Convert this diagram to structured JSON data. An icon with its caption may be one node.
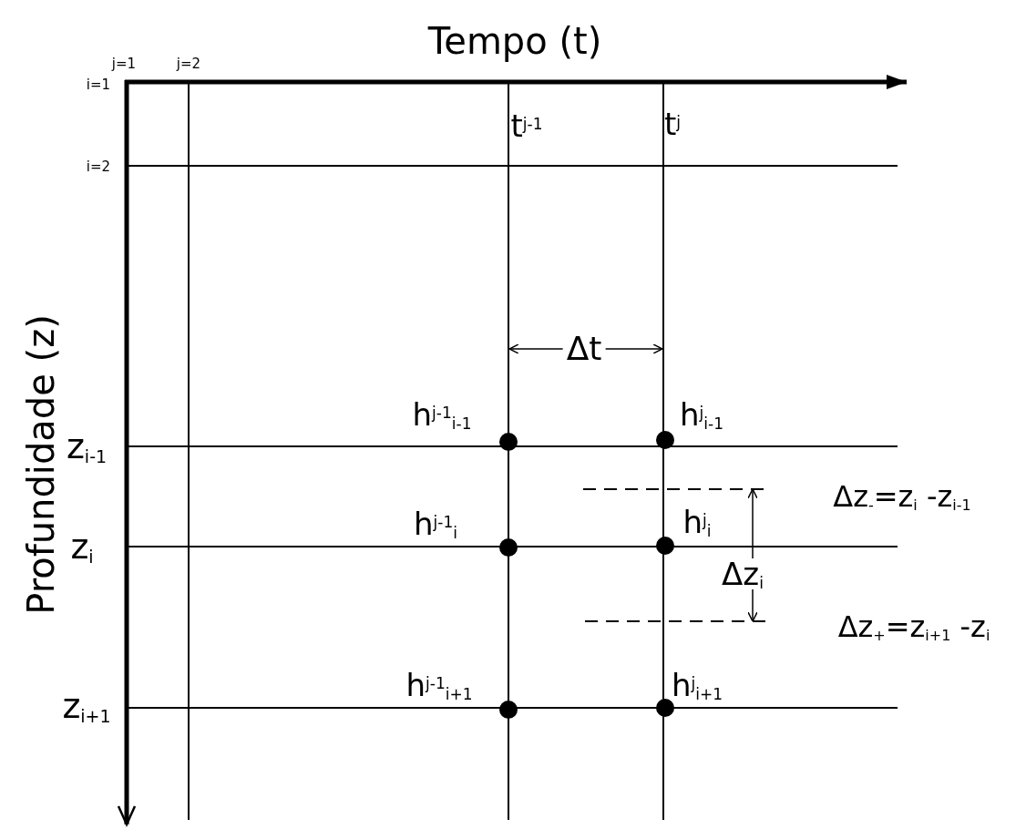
{
  "diagram": {
    "labels": [
      "Tempo (t)",
      "j=1",
      "j=2",
      "t$^{j-1}$",
      "t$^{j}$",
      "i=1",
      "i=2",
      "Profundidade (z)",
      "Δt",
      "h$^{j-1}$$_{i-1}$",
      "h$^{j}$$_{i-1}$",
      "z$_{i-1}$",
      "Δz$_{-}$=z$_{i}$ -z$_{i-1}$",
      "h$^{j-1}$$_{i}$",
      "h$^{j}$$_{i}$",
      "z$_{i}$",
      "Δz$_{i}$",
      "Δz$_{+}$=z$_{i+1}$ -z$_{i}$",
      "h$^{j-1}$$_{i+1}$",
      "h$^{j}$$_{i+1}$",
      "z$_{i+1}$"
    ]
  }
}
